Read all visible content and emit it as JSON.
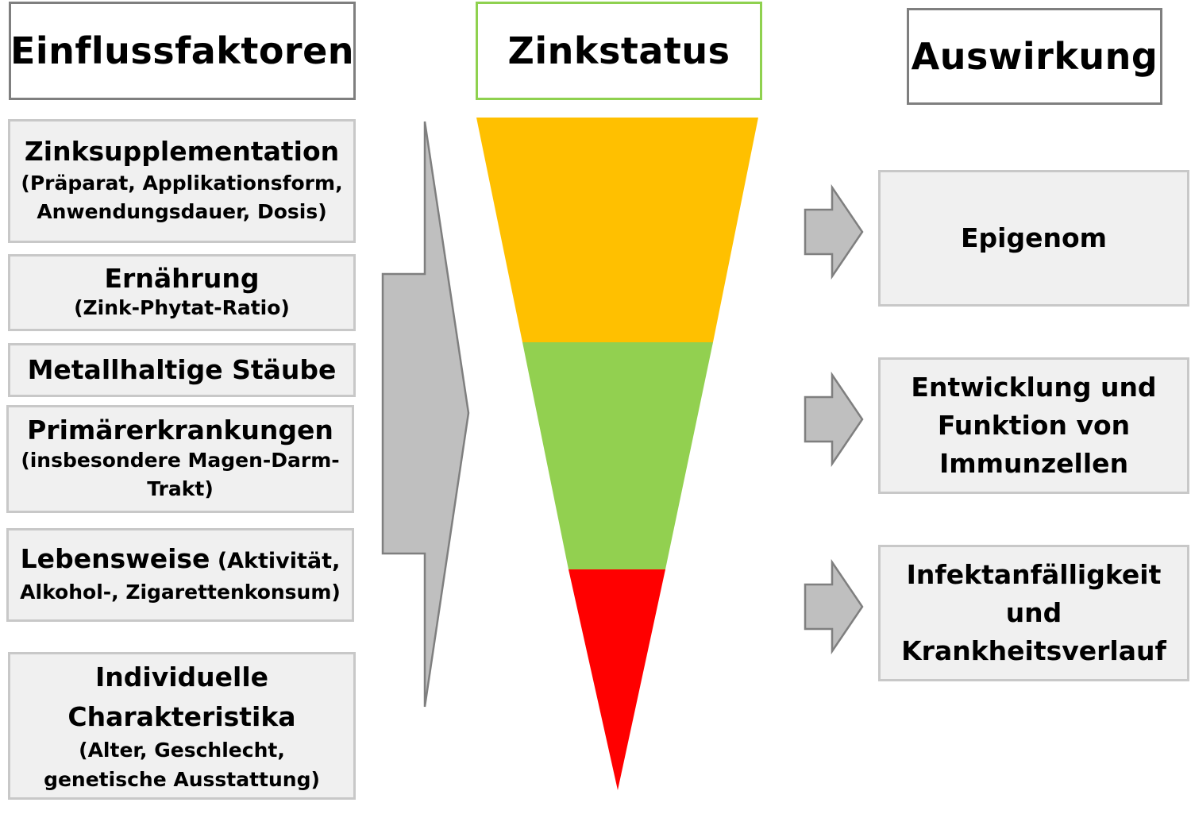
{
  "headers": {
    "left": "Einflussfaktoren",
    "center": "Zinkstatus",
    "right": "Auswirkung"
  },
  "factors": [
    {
      "title": "Zinksupplementation",
      "lines": [
        "(Präparat, Applikationsform,",
        "Anwendungsdauer, Dosis)"
      ]
    },
    {
      "title": "Ernährung",
      "lines": [
        "(Zink-Phytat-Ratio)"
      ]
    },
    {
      "title": "Metallhaltige Stäube",
      "lines": []
    },
    {
      "title": "Primärerkrankungen",
      "lines": [
        "(insbesondere Magen-Darm-",
        "Trakt)"
      ]
    },
    {
      "title": "Lebensweise",
      "inline": " (Aktivität,",
      "lines": [
        "Alkohol-, Zigarettenkonsum)"
      ]
    },
    {
      "title_lines": [
        "Individuelle",
        "Charakteristika"
      ],
      "lines": [
        "(Alter, Geschlecht,",
        "genetische Ausstattung)"
      ]
    }
  ],
  "effects": [
    {
      "lines": [
        "Epigenom"
      ]
    },
    {
      "lines": [
        "Entwicklung und",
        "Funktion von",
        "Immunzellen"
      ]
    },
    {
      "lines": [
        "Infektanfälligkeit",
        "und",
        "Krankheitsverlauf"
      ]
    }
  ],
  "colors": {
    "header_border": "#7f7f7f",
    "header_border_center": "#8fd14f",
    "box_fill": "#f0f0f0",
    "box_border": "#c8c8c8",
    "arrow_fill": "#bfbfbf",
    "arrow_stroke": "#7f7f7f",
    "funnel_top": "#ffc000",
    "funnel_middle": "#92d050",
    "funnel_bottom": "#ff0000"
  }
}
